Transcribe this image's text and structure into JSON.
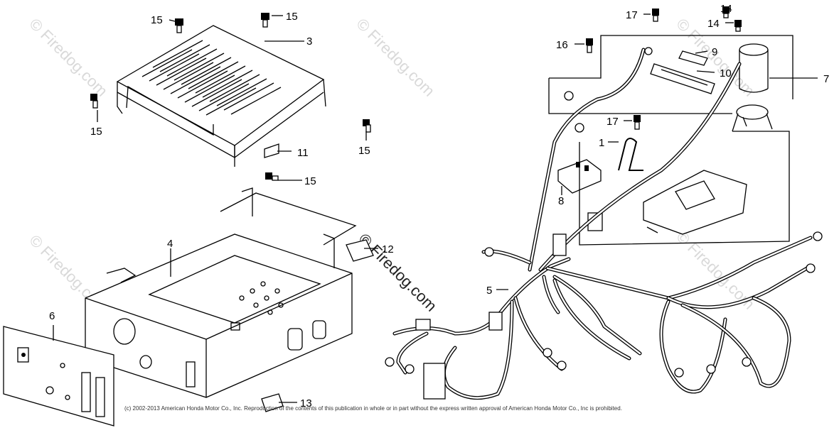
{
  "diagram": {
    "part_labels": {
      "p1": "1",
      "p3": "3",
      "p4": "4",
      "p5": "5",
      "p6": "6",
      "p7": "7",
      "p8": "8",
      "p9": "9",
      "p10": "10",
      "p11": "11",
      "p12": "12",
      "p13": "13",
      "p14a": "14",
      "p14b": "14",
      "p15a": "15",
      "p15b": "15",
      "p15c": "15",
      "p15d": "15",
      "p15e": "15",
      "p16": "16",
      "p17a": "17",
      "p17b": "17"
    },
    "watermark": "© Firedog.com",
    "copyright": "(c) 2002-2013 American Honda Motor Co., Inc. Reproduction of the contents of this publication in whole or in part without the express written approval of American Honda Motor Co., Inc is prohibited."
  }
}
